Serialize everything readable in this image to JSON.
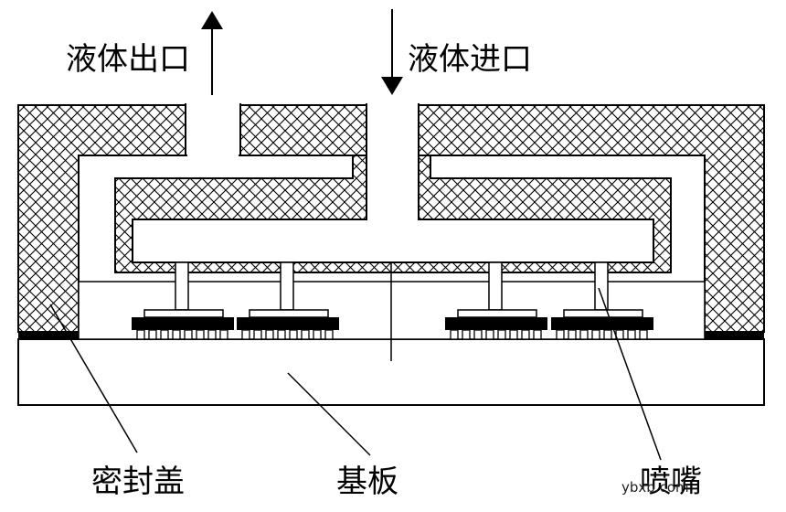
{
  "labels": {
    "outlet": "液体出口",
    "inlet": "液体进口",
    "sealing_cover": "密封盖",
    "substrate": "基板",
    "nozzle": "喷嘴"
  },
  "watermark": "ybxb.com",
  "colors": {
    "ink": "#000000",
    "background": "#ffffff"
  }
}
